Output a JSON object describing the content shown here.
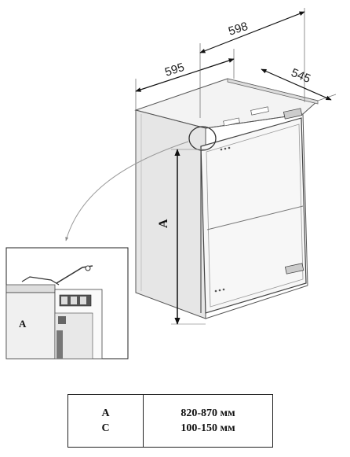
{
  "dimensions": {
    "height": "595",
    "width": "598",
    "depth": "545"
  },
  "labels": {
    "main_height": "A",
    "inset_niche": "A"
  },
  "table": {
    "keys": [
      "A",
      "C"
    ],
    "values": [
      "820-870 мм",
      "100-150 мм"
    ]
  }
}
